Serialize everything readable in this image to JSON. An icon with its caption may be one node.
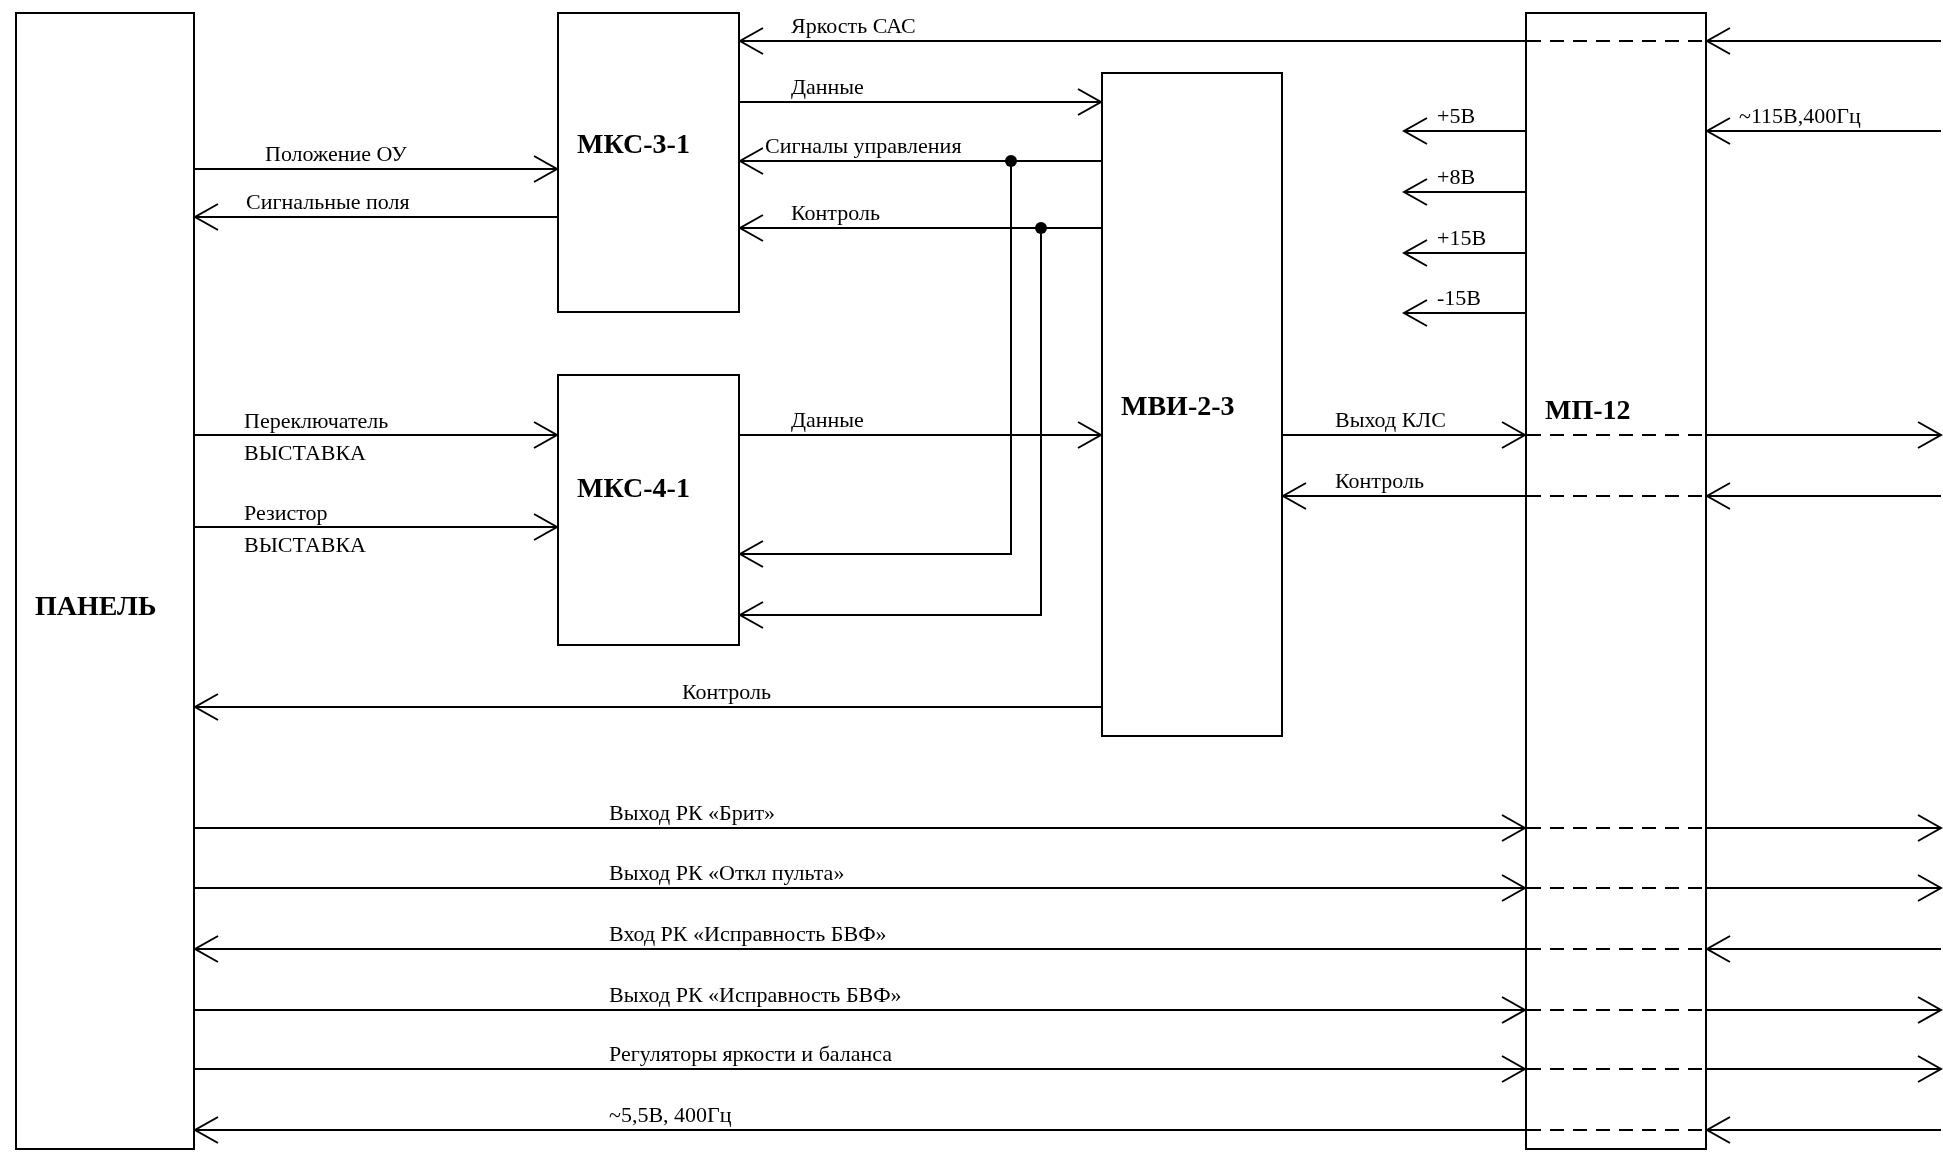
{
  "diagram": {
    "nodes": [
      {
        "text": [
          "ПАНЕЛЬ"
        ]
      },
      {
        "text": [
          "МКС-3-1"
        ]
      },
      {
        "text": [
          "МКС-4-1"
        ]
      },
      {
        "text": [
          "МВИ-2-3"
        ]
      },
      {
        "text": [
          "МП-12"
        ]
      }
    ],
    "edges": [
      {
        "from": null,
        "to": 4,
        "arrow": "to"
      },
      {
        "from": 4,
        "to": 1,
        "label": "Яркость САС",
        "arrow": "to"
      },
      {
        "from": 1,
        "to": 3,
        "label": "Данные",
        "arrow": "to"
      },
      {
        "from": 4,
        "to": null,
        "label": "+5В",
        "arrow": "to"
      },
      {
        "from": null,
        "to": 4,
        "label": "~115В,400Гц",
        "arrow": "to"
      },
      {
        "from": 0,
        "to": 1,
        "label": "Положение ОУ",
        "arrow": "to"
      },
      {
        "from": 3,
        "to": 1,
        "label": "Сигналы управления",
        "arrow": "to"
      },
      {
        "from": 4,
        "to": null,
        "label": "+8В",
        "arrow": "to"
      },
      {
        "from": 1,
        "to": 0,
        "label": "Сигнальные поля",
        "arrow": "to"
      },
      {
        "from": 3,
        "to": 1,
        "label": "Контроль",
        "arrow": "to"
      },
      {
        "from": 4,
        "to": null,
        "label": "+15В",
        "arrow": "to"
      },
      {
        "from": 4,
        "to": null,
        "label": "-15В",
        "arrow": "to"
      },
      {
        "from": 0,
        "to": 2,
        "label": "Переключатель ВЫСТАВКА",
        "arrow": "to"
      },
      {
        "from": 2,
        "to": 3,
        "label": "Данные",
        "arrow": "to"
      },
      {
        "from": 3,
        "to": 4,
        "label": "Выход КЛС",
        "arrow": "to"
      },
      {
        "from": 4,
        "to": null,
        "arrow": "to"
      },
      {
        "from": null,
        "to": 4,
        "arrow": "to"
      },
      {
        "from": 4,
        "to": 3,
        "label": "Контроль",
        "arrow": "to"
      },
      {
        "from": 0,
        "to": 2,
        "label": "Резистор ВЫСТАВКА",
        "arrow": "to"
      },
      {
        "from": 3,
        "to": 2,
        "arrow": "to"
      },
      {
        "from": 3,
        "to": 2,
        "arrow": "to"
      },
      {
        "from": 3,
        "to": 0,
        "label": "Контроль",
        "arrow": "to"
      },
      {
        "from": 0,
        "to": 4,
        "label": "Выход РК «Брит»",
        "arrow": "to"
      },
      {
        "from": 4,
        "to": null,
        "arrow": "to"
      },
      {
        "from": 0,
        "to": 4,
        "label": "Выход РК «Откл пульта»",
        "arrow": "to"
      },
      {
        "from": 4,
        "to": null,
        "arrow": "to"
      },
      {
        "from": null,
        "to": 4,
        "arrow": "to"
      },
      {
        "from": 4,
        "to": 0,
        "label": "Вход РК «Исправность БВФ»",
        "arrow": "to"
      },
      {
        "from": 0,
        "to": 4,
        "label": "Выход РК «Исправность БВФ»",
        "arrow": "to"
      },
      {
        "from": 4,
        "to": null,
        "arrow": "to"
      },
      {
        "from": 0,
        "to": 4,
        "label": "Регуляторы яркости и баланса",
        "arrow": "to"
      },
      {
        "from": 4,
        "to": null,
        "arrow": "to"
      },
      {
        "from": null,
        "to": 4,
        "arrow": "to"
      },
      {
        "from": 4,
        "to": 0,
        "label": "~5,5В, 400Гц",
        "arrow": "to"
      }
    ]
  }
}
